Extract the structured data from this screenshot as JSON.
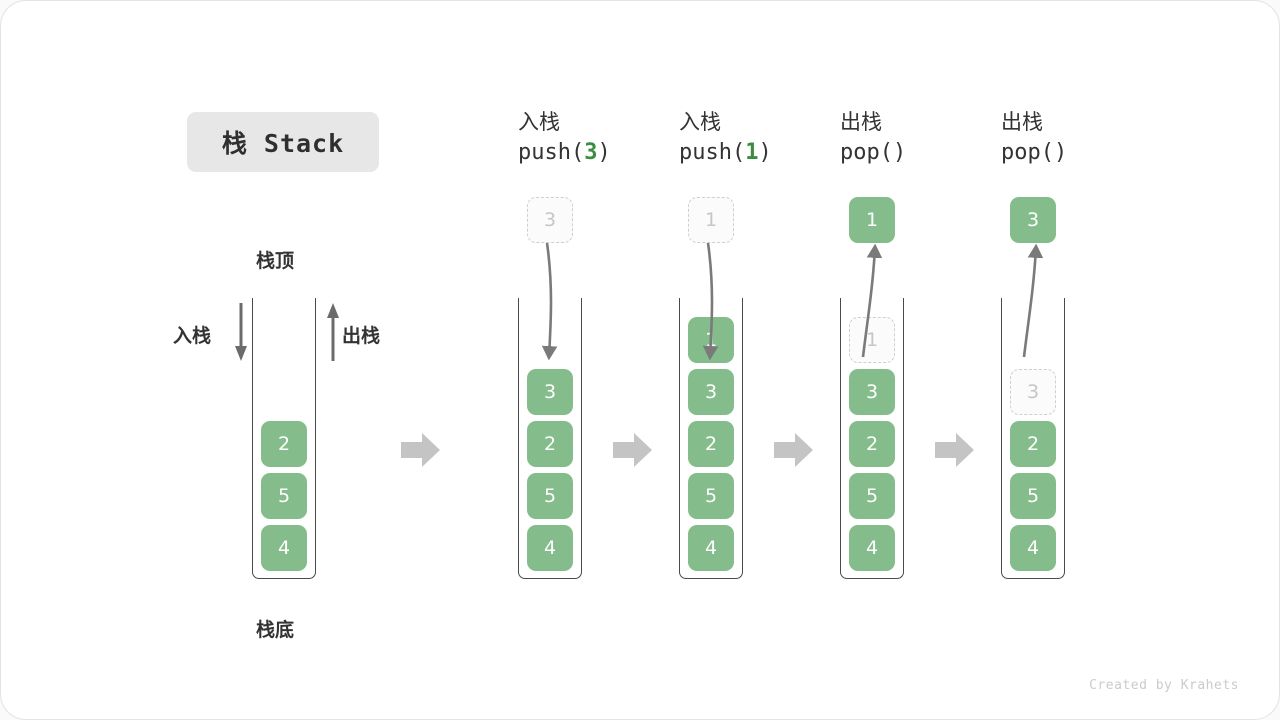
{
  "title_badge": "栈 Stack",
  "labels": {
    "top": "栈顶",
    "bottom": "栈底",
    "push_side": "入栈",
    "pop_side": "出栈"
  },
  "footer": "Created by Krahets",
  "colors": {
    "element_green": "#84bd8b",
    "accent_green": "#3c8c40",
    "ghost_border": "#cfcfcf",
    "ghost_text": "#c6c6c6",
    "arrow_gray": "#c4c4c4",
    "frame_dark": "#4a4a4a",
    "badge_bg": "#e7e7e7",
    "text_dark": "#333333"
  },
  "initial_stack": {
    "cells": [
      "2",
      "5",
      "4"
    ]
  },
  "steps": [
    {
      "op_cn": "入栈",
      "op_code_prefix": "push(",
      "op_arg": "3",
      "op_code_suffix": ")",
      "float_box": {
        "value": "3",
        "style": "ghost"
      },
      "connector": "down",
      "cells": [
        "3",
        "2",
        "5",
        "4"
      ],
      "ghost_count": 0
    },
    {
      "op_cn": "入栈",
      "op_code_prefix": "push(",
      "op_arg": "1",
      "op_code_suffix": ")",
      "float_box": {
        "value": "1",
        "style": "ghost"
      },
      "connector": "down",
      "cells": [
        "1",
        "3",
        "2",
        "5",
        "4"
      ],
      "ghost_count": 0
    },
    {
      "op_cn": "出栈",
      "op_code_prefix": "pop(",
      "op_arg": "",
      "op_code_suffix": ")",
      "float_box": {
        "value": "1",
        "style": "solid"
      },
      "connector": "up",
      "cells": [
        "1",
        "3",
        "2",
        "5",
        "4"
      ],
      "ghost_count": 1
    },
    {
      "op_cn": "出栈",
      "op_code_prefix": "pop(",
      "op_arg": "",
      "op_code_suffix": ")",
      "float_box": {
        "value": "3",
        "style": "solid"
      },
      "connector": "up",
      "cells": [
        "3",
        "2",
        "5",
        "4"
      ],
      "ghost_count": 1
    }
  ]
}
